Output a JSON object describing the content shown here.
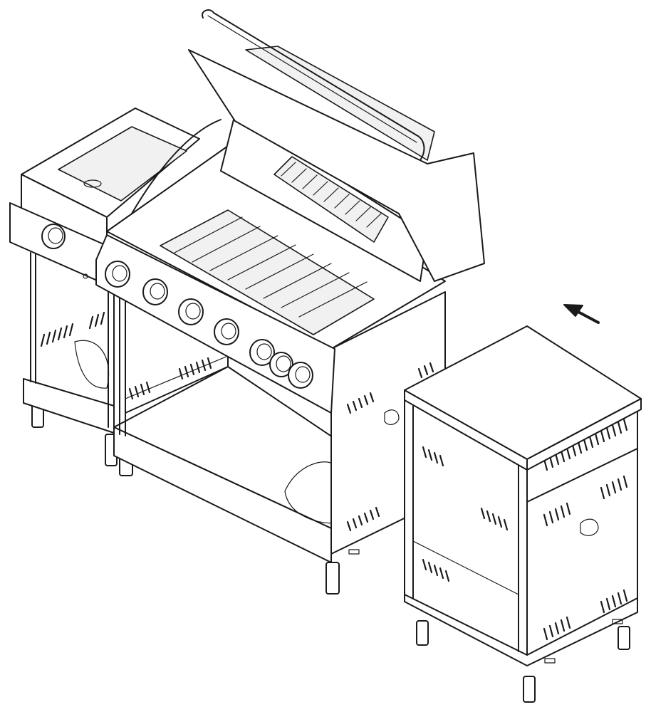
{
  "diagram": {
    "type": "assembly-illustration",
    "parts": [
      {
        "id": "grill-head",
        "icon": "gas-grill-icon"
      },
      {
        "id": "side-burner",
        "icon": "side-burner-icon"
      },
      {
        "id": "side-cabinet",
        "icon": "cabinet-icon"
      },
      {
        "id": "assembly-arrow",
        "icon": "arrow-up-left-icon"
      }
    ],
    "knobs": 7,
    "side_burner_knobs": 1,
    "rotisserie_burner": true,
    "arrow_direction": "up-left"
  },
  "colors": {
    "line": "#1a1a1a",
    "fill": "#ffffff",
    "shade": "#f1f1f1"
  }
}
